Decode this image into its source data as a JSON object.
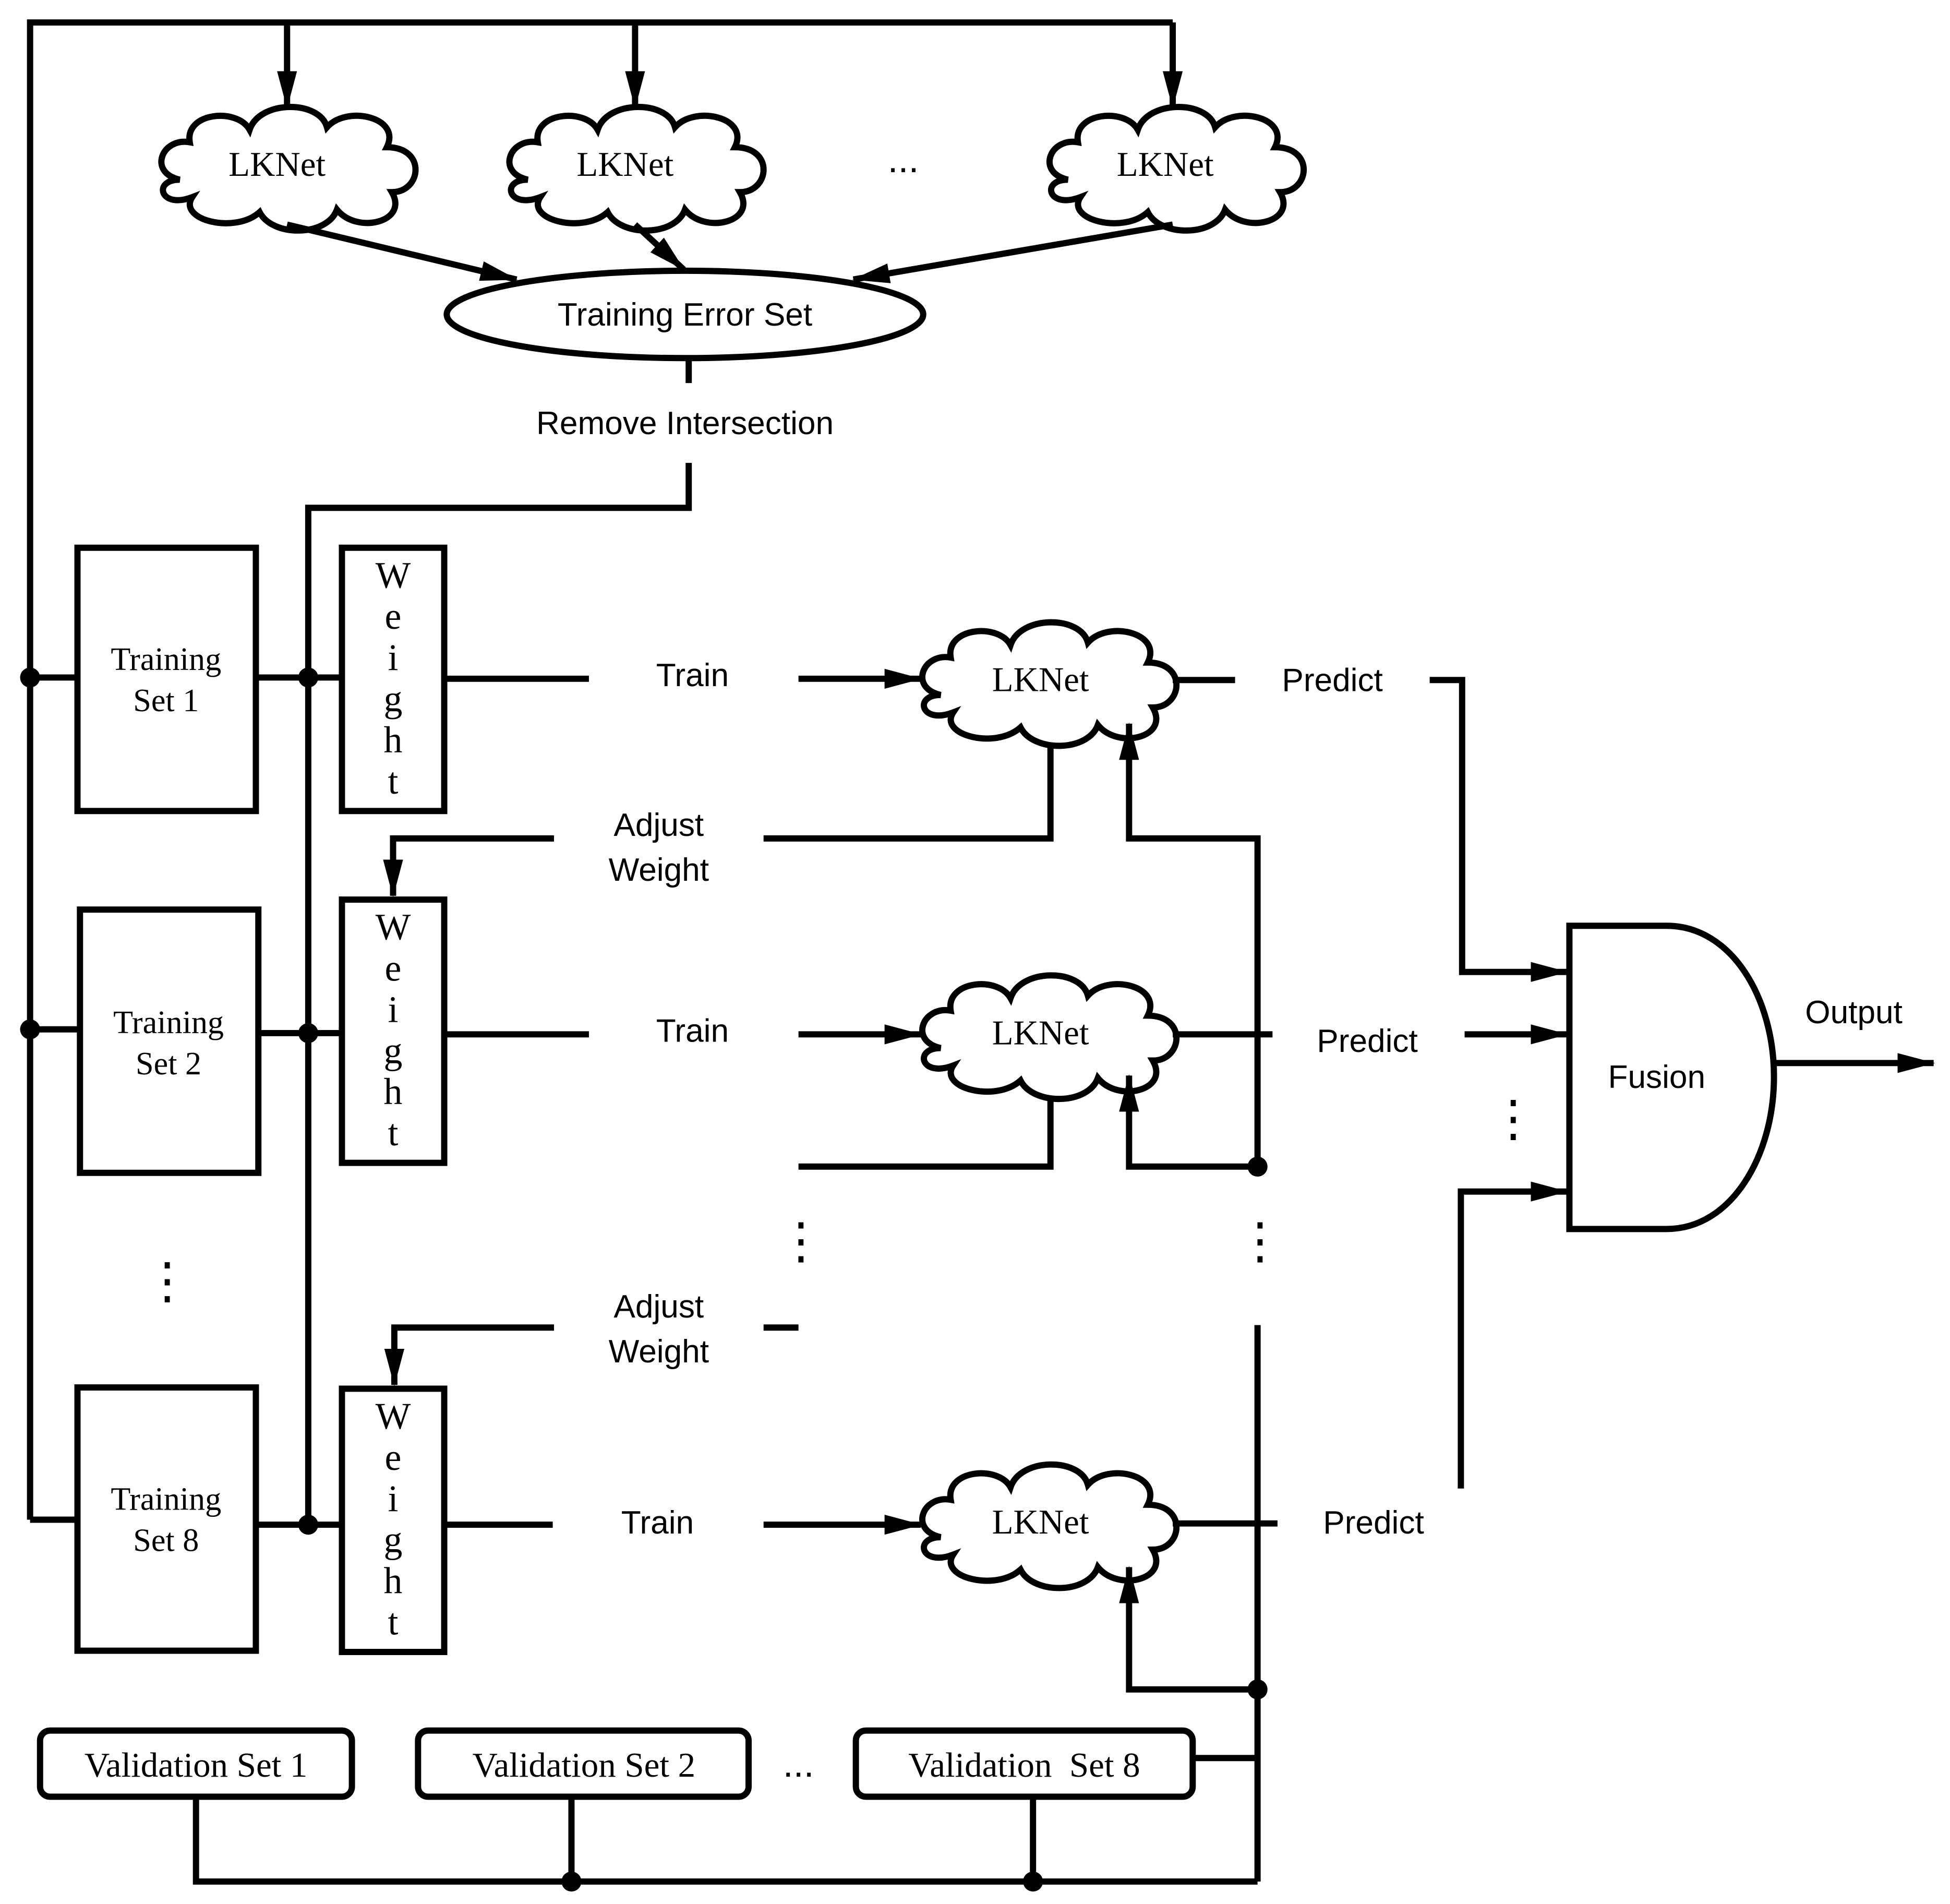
{
  "top_models": {
    "model1": "LKNet",
    "model2": "LKNet",
    "ellipsis": "...",
    "model3": "LKNet"
  },
  "error_set": "Training Error Set",
  "remove_intersection": "Remove Intersection",
  "rows": [
    {
      "training_set_line1": "Training",
      "training_set_line2": "Set 1",
      "weight_letters": [
        "W",
        "e",
        "i",
        "g",
        "h",
        "t"
      ],
      "train": "Train",
      "model": "LKNet",
      "predict": "Predict"
    },
    {
      "training_set_line1": "Training",
      "training_set_line2": "Set 2",
      "weight_letters": [
        "W",
        "e",
        "i",
        "g",
        "h",
        "t"
      ],
      "train": "Train",
      "model": "LKNet",
      "predict": "Predict"
    },
    {
      "training_set_line1": "Training",
      "training_set_line2": "Set 8",
      "weight_letters": [
        "W",
        "e",
        "i",
        "g",
        "h",
        "t"
      ],
      "train": "Train",
      "model": "LKNet",
      "predict": "Predict"
    }
  ],
  "adjust_1": {
    "line1": "Adjust",
    "line2": "Weight"
  },
  "adjust_2": {
    "line1": "Adjust",
    "line2": "Weight"
  },
  "vertical_ellipsis": "⋮",
  "fusion": "Fusion",
  "output": "Output",
  "validation": {
    "set1": "Validation Set 1",
    "set2": "Validation Set 2",
    "ellipsis": "...",
    "set8": "Validation  Set 8"
  }
}
